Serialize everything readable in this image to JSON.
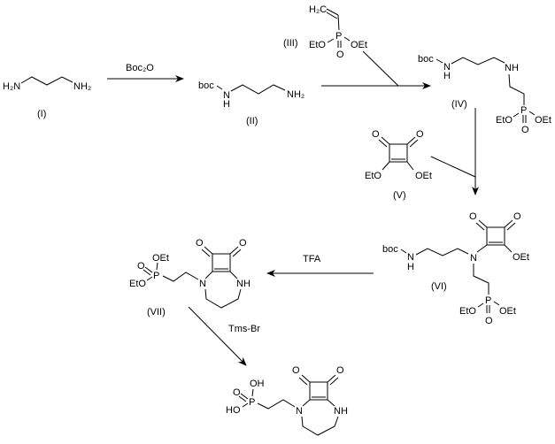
{
  "reagents": {
    "step1": "Boc₂O",
    "step3": "TFA",
    "step4": "Tms-Br"
  },
  "compound_labels": {
    "I": "(I)",
    "II": "(II)",
    "III": "(III)",
    "IV": "(IV)",
    "V": "(V)",
    "VI": "(VI)",
    "VII": "(VII)"
  },
  "atoms": {
    "h2n": "H₂N",
    "nh2": "NH₂",
    "h2c": "H₂C",
    "boc": "boc",
    "n": "N",
    "h": "H",
    "nh": "NH",
    "p": "P",
    "o": "O",
    "eto": "EtO",
    "oet": "OEt",
    "oh": "OH",
    "ho": "HO"
  }
}
